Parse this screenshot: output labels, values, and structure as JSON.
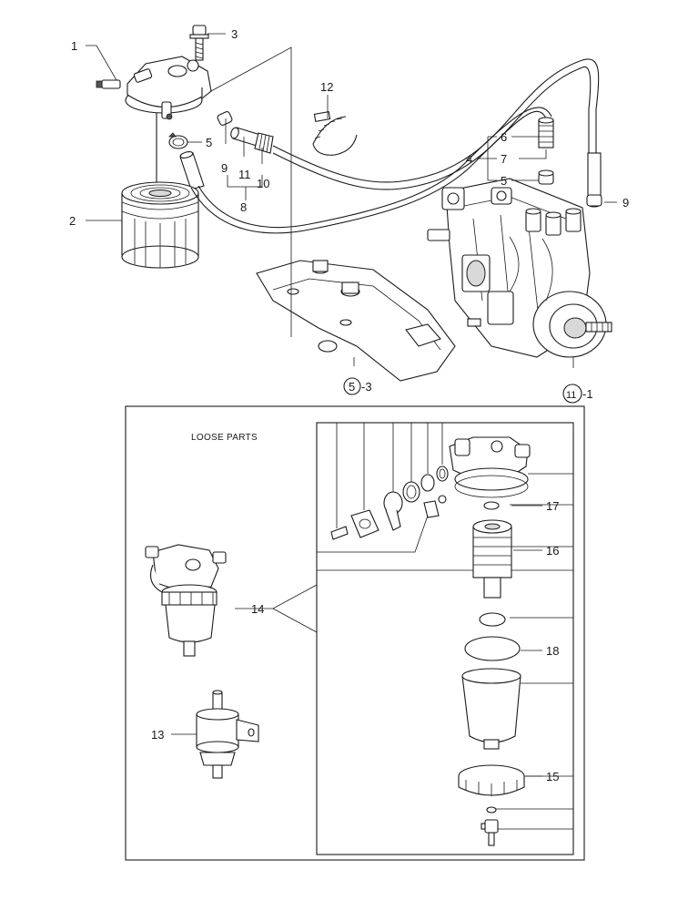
{
  "diagram": {
    "section_label": "LOOSE PARTS",
    "callouts": [
      {
        "id": "c1",
        "text": "1"
      },
      {
        "id": "c2",
        "text": "2"
      },
      {
        "id": "c3",
        "text": "3"
      },
      {
        "id": "c4",
        "text": "4"
      },
      {
        "id": "c5a",
        "text": "5"
      },
      {
        "id": "c5b",
        "text": "5"
      },
      {
        "id": "c5c",
        "text": "-3"
      },
      {
        "id": "c5c_circled",
        "text": "5"
      },
      {
        "id": "c6",
        "text": "6"
      },
      {
        "id": "c7",
        "text": "7"
      },
      {
        "id": "c8",
        "text": "8"
      },
      {
        "id": "c9a",
        "text": "9"
      },
      {
        "id": "c9b",
        "text": "9"
      },
      {
        "id": "c10",
        "text": "10"
      },
      {
        "id": "c11",
        "text": "11"
      },
      {
        "id": "c11b",
        "text": "-1"
      },
      {
        "id": "c11b_circled",
        "text": "11"
      },
      {
        "id": "c12",
        "text": "12"
      },
      {
        "id": "c13",
        "text": "13"
      },
      {
        "id": "c14",
        "text": "14"
      },
      {
        "id": "c15",
        "text": "15"
      },
      {
        "id": "c16",
        "text": "16"
      },
      {
        "id": "c17",
        "text": "17"
      },
      {
        "id": "c18",
        "text": "18"
      }
    ]
  }
}
